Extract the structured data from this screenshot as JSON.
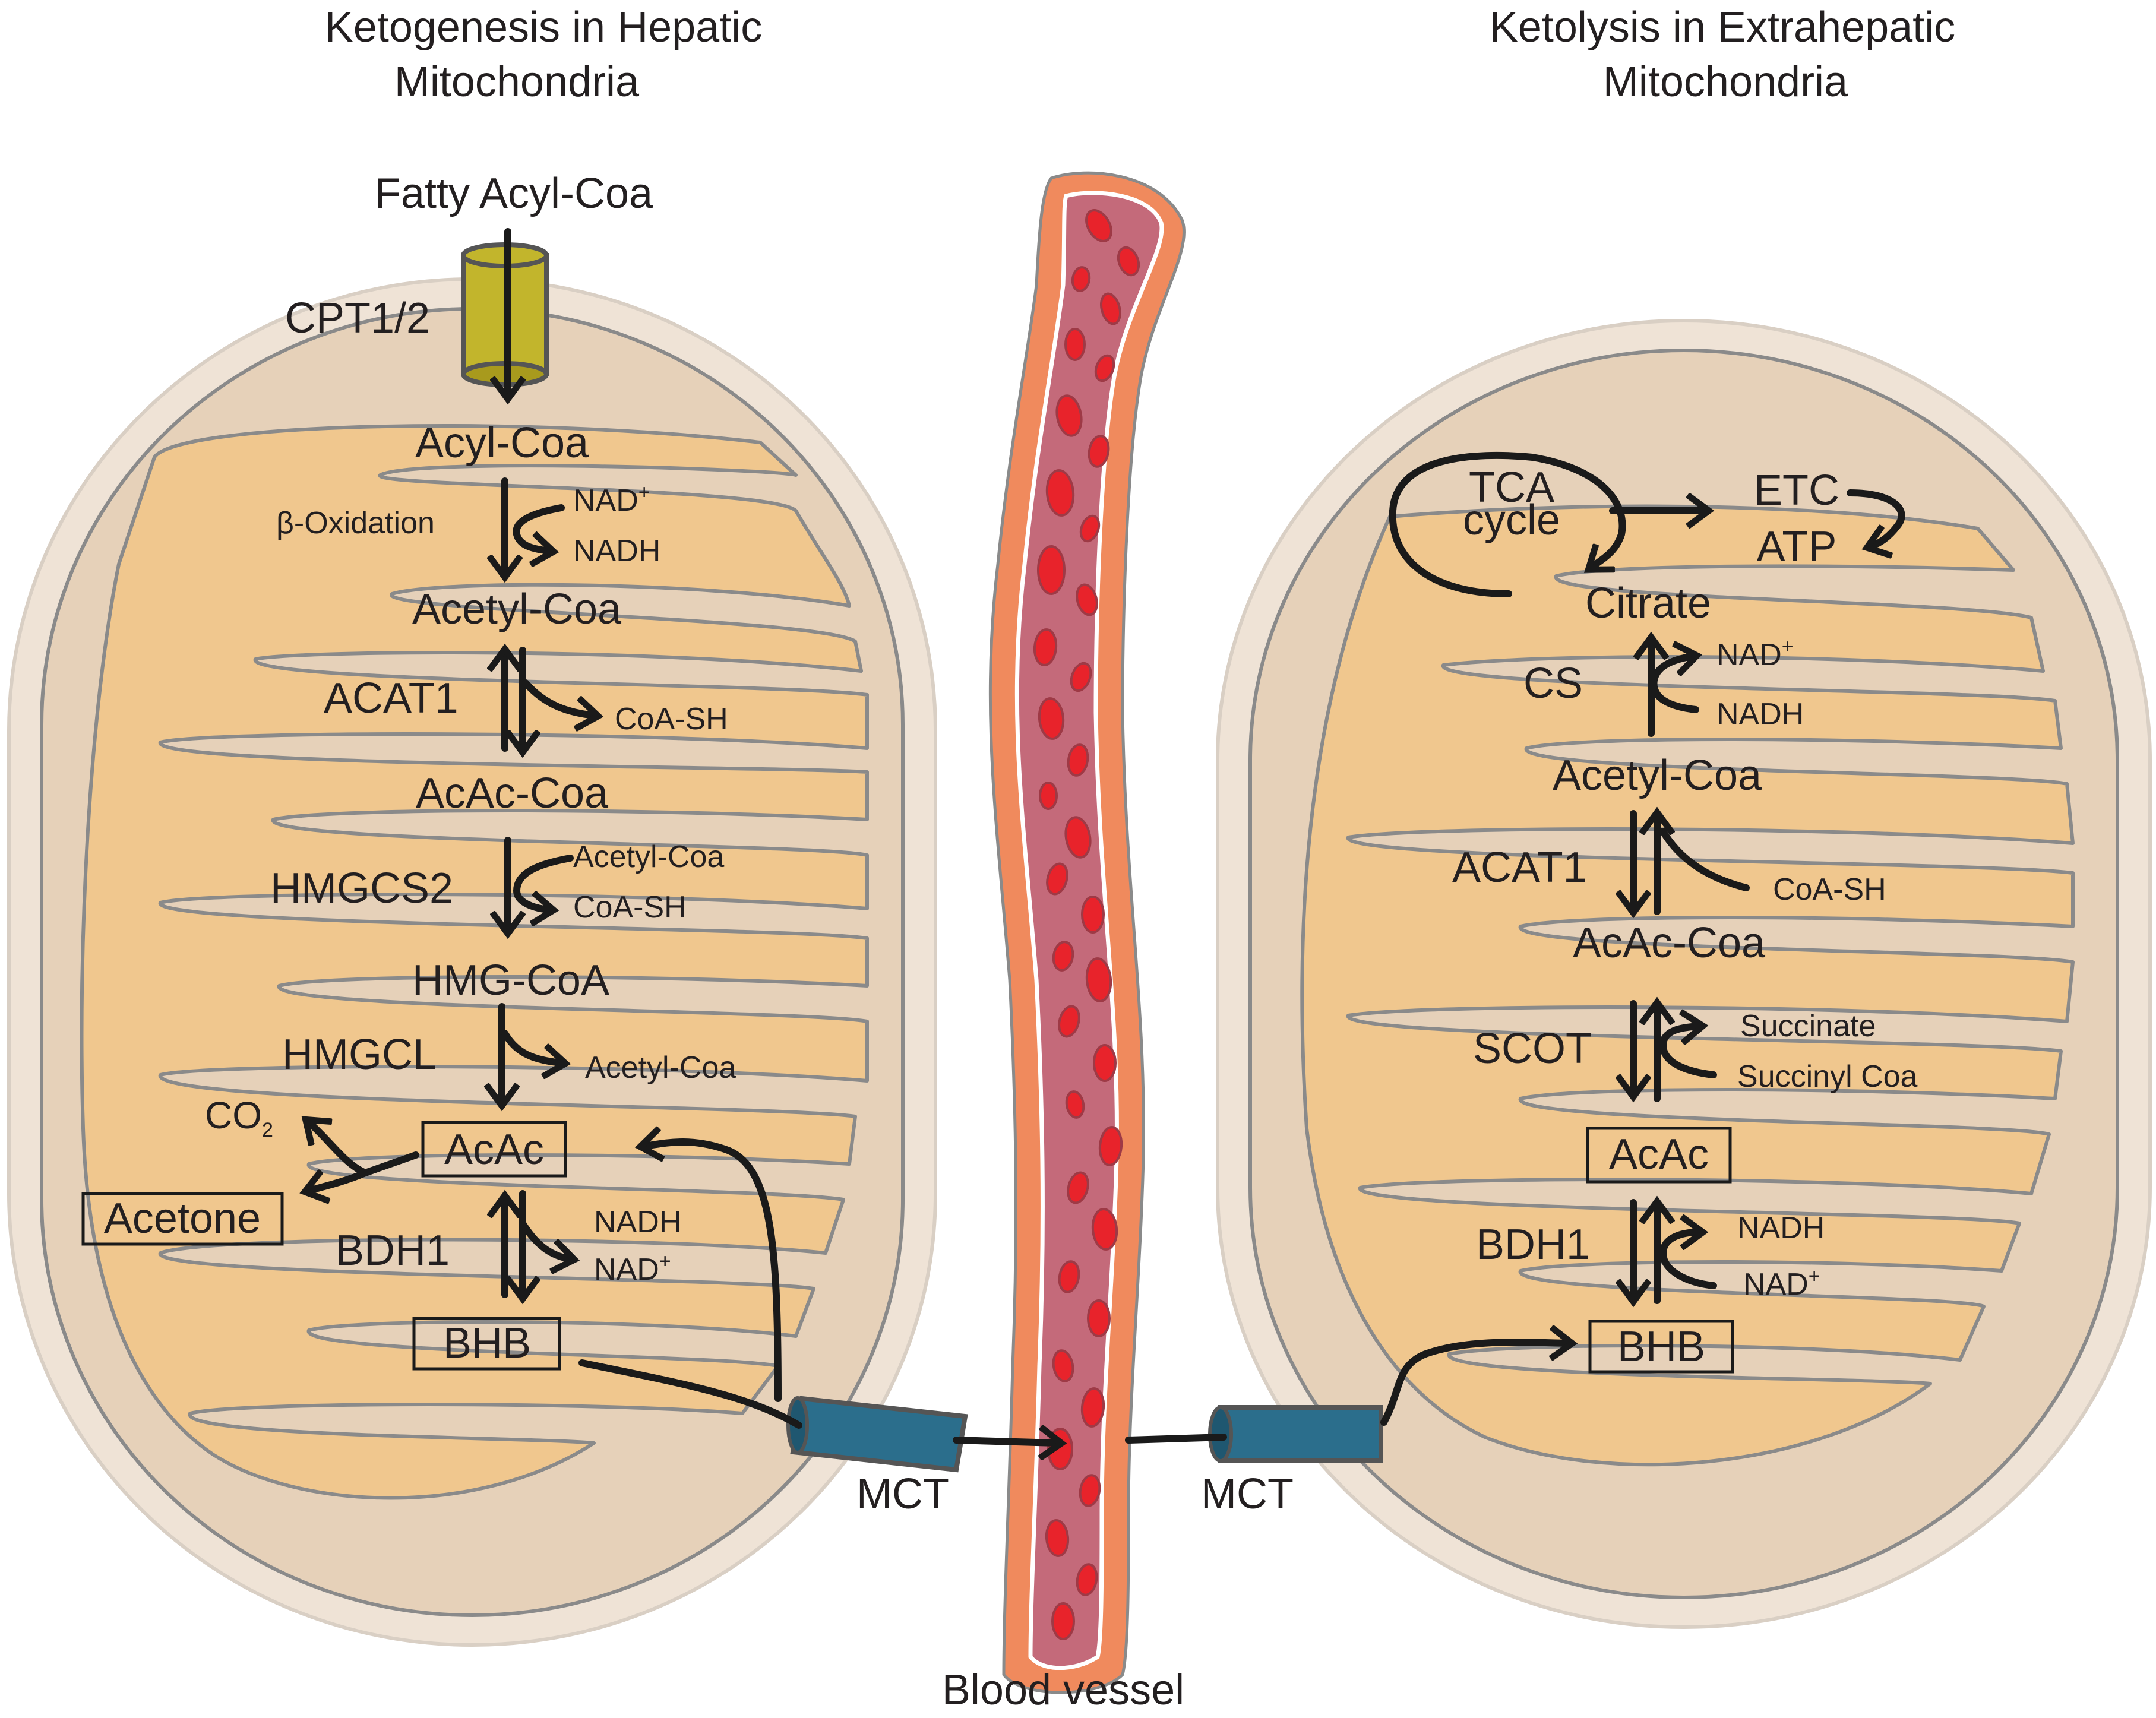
{
  "titles": {
    "left_line1": "Ketogenesis in Hepatic",
    "left_line2": "Mitochondria",
    "right_line1": "Ketolysis in Extrahepatic",
    "right_line2": "Mitochondria"
  },
  "left": {
    "input": "Fatty Acyl-Coa",
    "transporter": "CPT1/2",
    "acyl_coa": "Acyl-Coa",
    "beta_ox": "β-Oxidation",
    "nad_plus": "NAD",
    "nadh": "NADH",
    "acetyl_coa": "Acetyl-Coa",
    "acat1": "ACAT1",
    "coash1": "CoA-SH",
    "acac_coa": "AcAc-Coa",
    "hmgcs2": "HMGCS2",
    "acetyl_coa_in": "Acetyl-Coa",
    "coash2": "CoA-SH",
    "hmg_coa": "HMG-CoA",
    "hmgcl": "HMGCL",
    "acetyl_coa_out": "Acetyl-Coa",
    "co2": "CO",
    "co2_sub": "2",
    "acac": "AcAc",
    "acetone": "Acetone",
    "bdh1": "BDH1",
    "nadh2": "NADH",
    "nad_plus2": "NAD",
    "bhb": "BHB",
    "mct": "MCT"
  },
  "right": {
    "tca_line1": "TCA",
    "tca_line2": "cycle",
    "etc": "ETC",
    "atp": "ATP",
    "citrate": "Citrate",
    "cs": "CS",
    "nad_plus": "NAD",
    "nadh": "NADH",
    "acetyl_coa": "Acetyl-Coa",
    "acat1": "ACAT1",
    "coash": "CoA-SH",
    "acac_coa": "AcAc-Coa",
    "scot": "SCOT",
    "succinate": "Succinate",
    "succinyl_coa": "Succinyl Coa",
    "acac": "AcAc",
    "bdh1": "BDH1",
    "nadh2": "NADH",
    "nad_plus2": "NAD",
    "bhb": "BHB",
    "mct": "MCT"
  },
  "vessel_label": "Blood vessel",
  "superscript_plus": "+",
  "colors": {
    "outer_membrane": "#efe3d6",
    "intermembrane": "#e6d1b9",
    "matrix_cristae": "#f0c78e",
    "membrane_line": "#8a8a8a",
    "transporter_cpt": "#c2b52c",
    "transporter_mct": "#2b6e8c",
    "vessel_wall": "#f08a5d",
    "vessel_lumen": "#c46a7a",
    "rbc": "#e8232b",
    "arrow": "#1a1a1a"
  }
}
